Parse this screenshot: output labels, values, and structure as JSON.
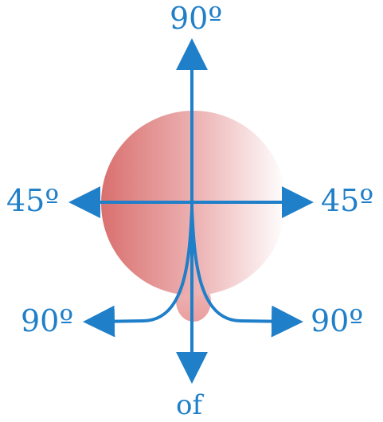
{
  "labels": {
    "top": "90º",
    "left": "45º",
    "right": "45º",
    "bottom_left": "90º",
    "bottom_right": "90º",
    "bottom": "of"
  },
  "colors": {
    "arrow": "#1f7fc8",
    "sphere_dark": "#d9706f",
    "sphere_light": "#ffffff"
  }
}
